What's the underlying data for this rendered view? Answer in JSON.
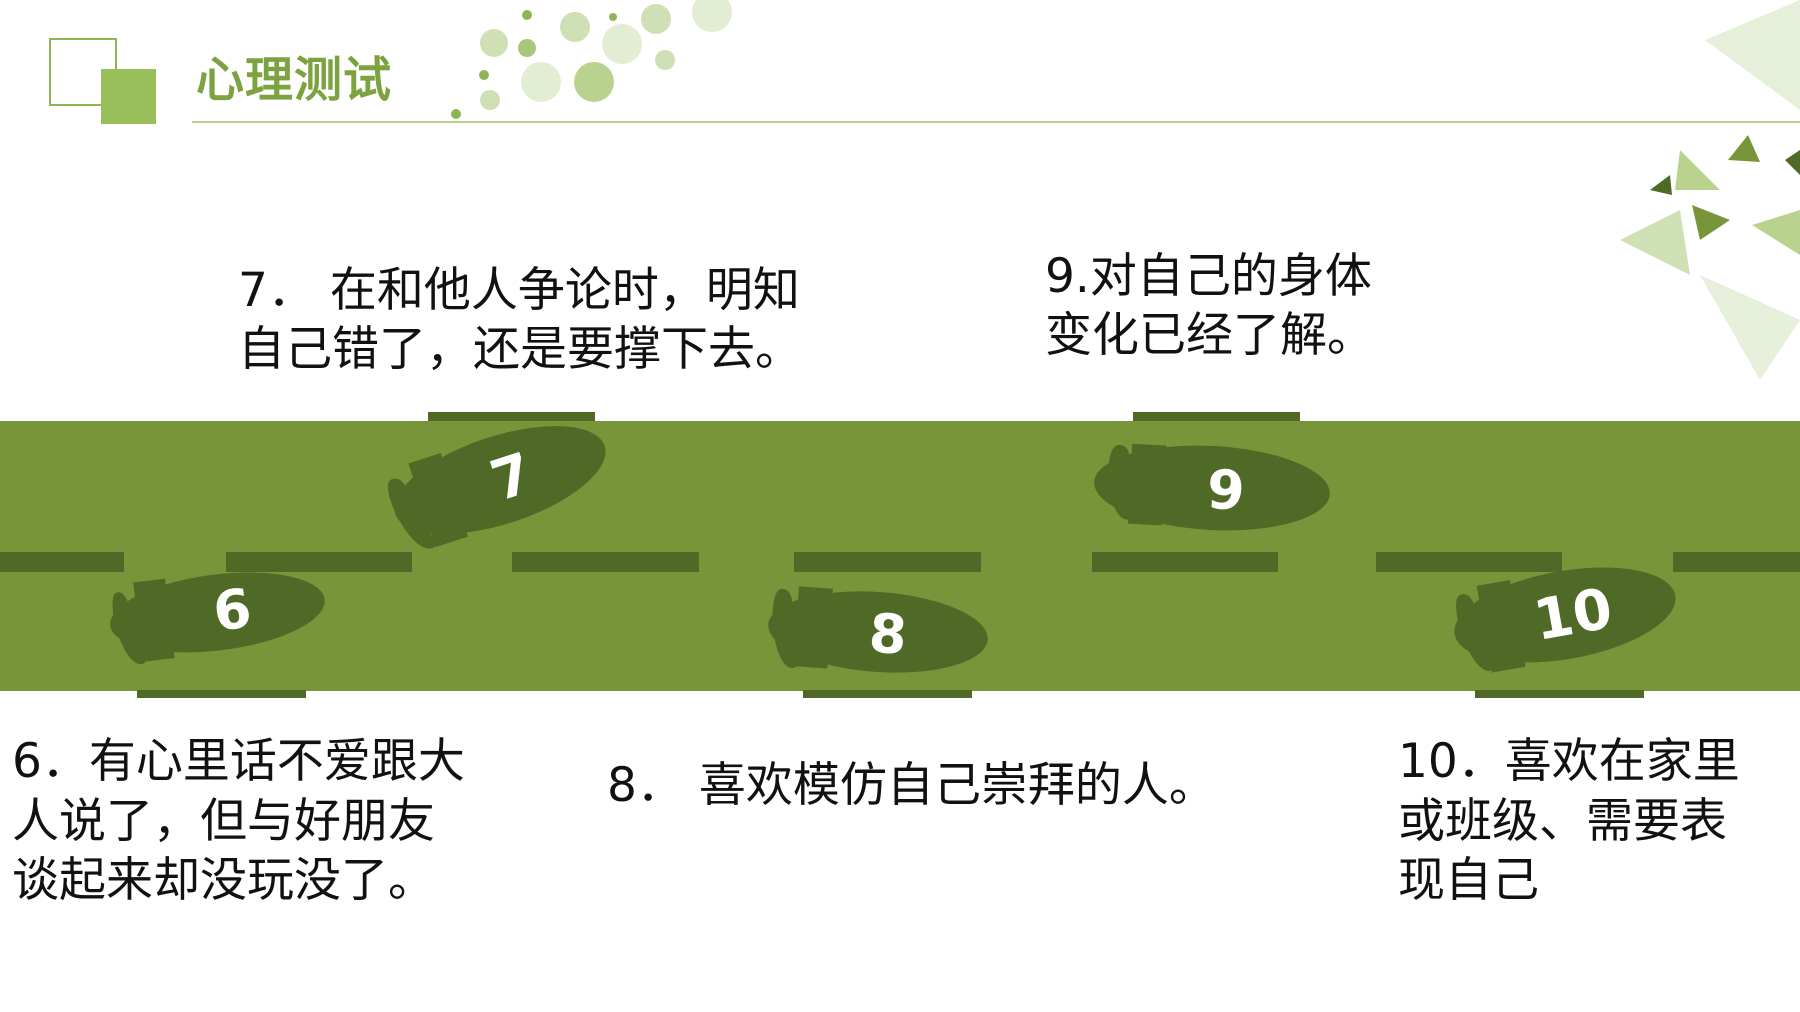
{
  "header": {
    "title": "心理测试"
  },
  "steps": [
    {
      "number": "6",
      "text": "6．有心里话不爱跟大\n人说了，但与好朋友\n谈起来却没玩没了。"
    },
    {
      "number": "7",
      "text": "7．  在和他人争论时，明知\n自己错了，还是要撑下去。"
    },
    {
      "number": "8",
      "text": "8．  喜欢模仿自己崇拜的人。"
    },
    {
      "number": "9",
      "text": "9.对自己的身体\n变化已经了解。"
    },
    {
      "number": "10",
      "text": "10．喜欢在家里\n或班级、需要表\n现自己"
    }
  ],
  "colors": {
    "road": "#78953a",
    "road_marking": "#4e6a26",
    "footprint": "#4e6a26",
    "accent": "#98bf5a",
    "title": "#7da340"
  },
  "icons": {
    "footprint": "footprint-icon",
    "header_mark": "overlapping-squares-icon"
  }
}
